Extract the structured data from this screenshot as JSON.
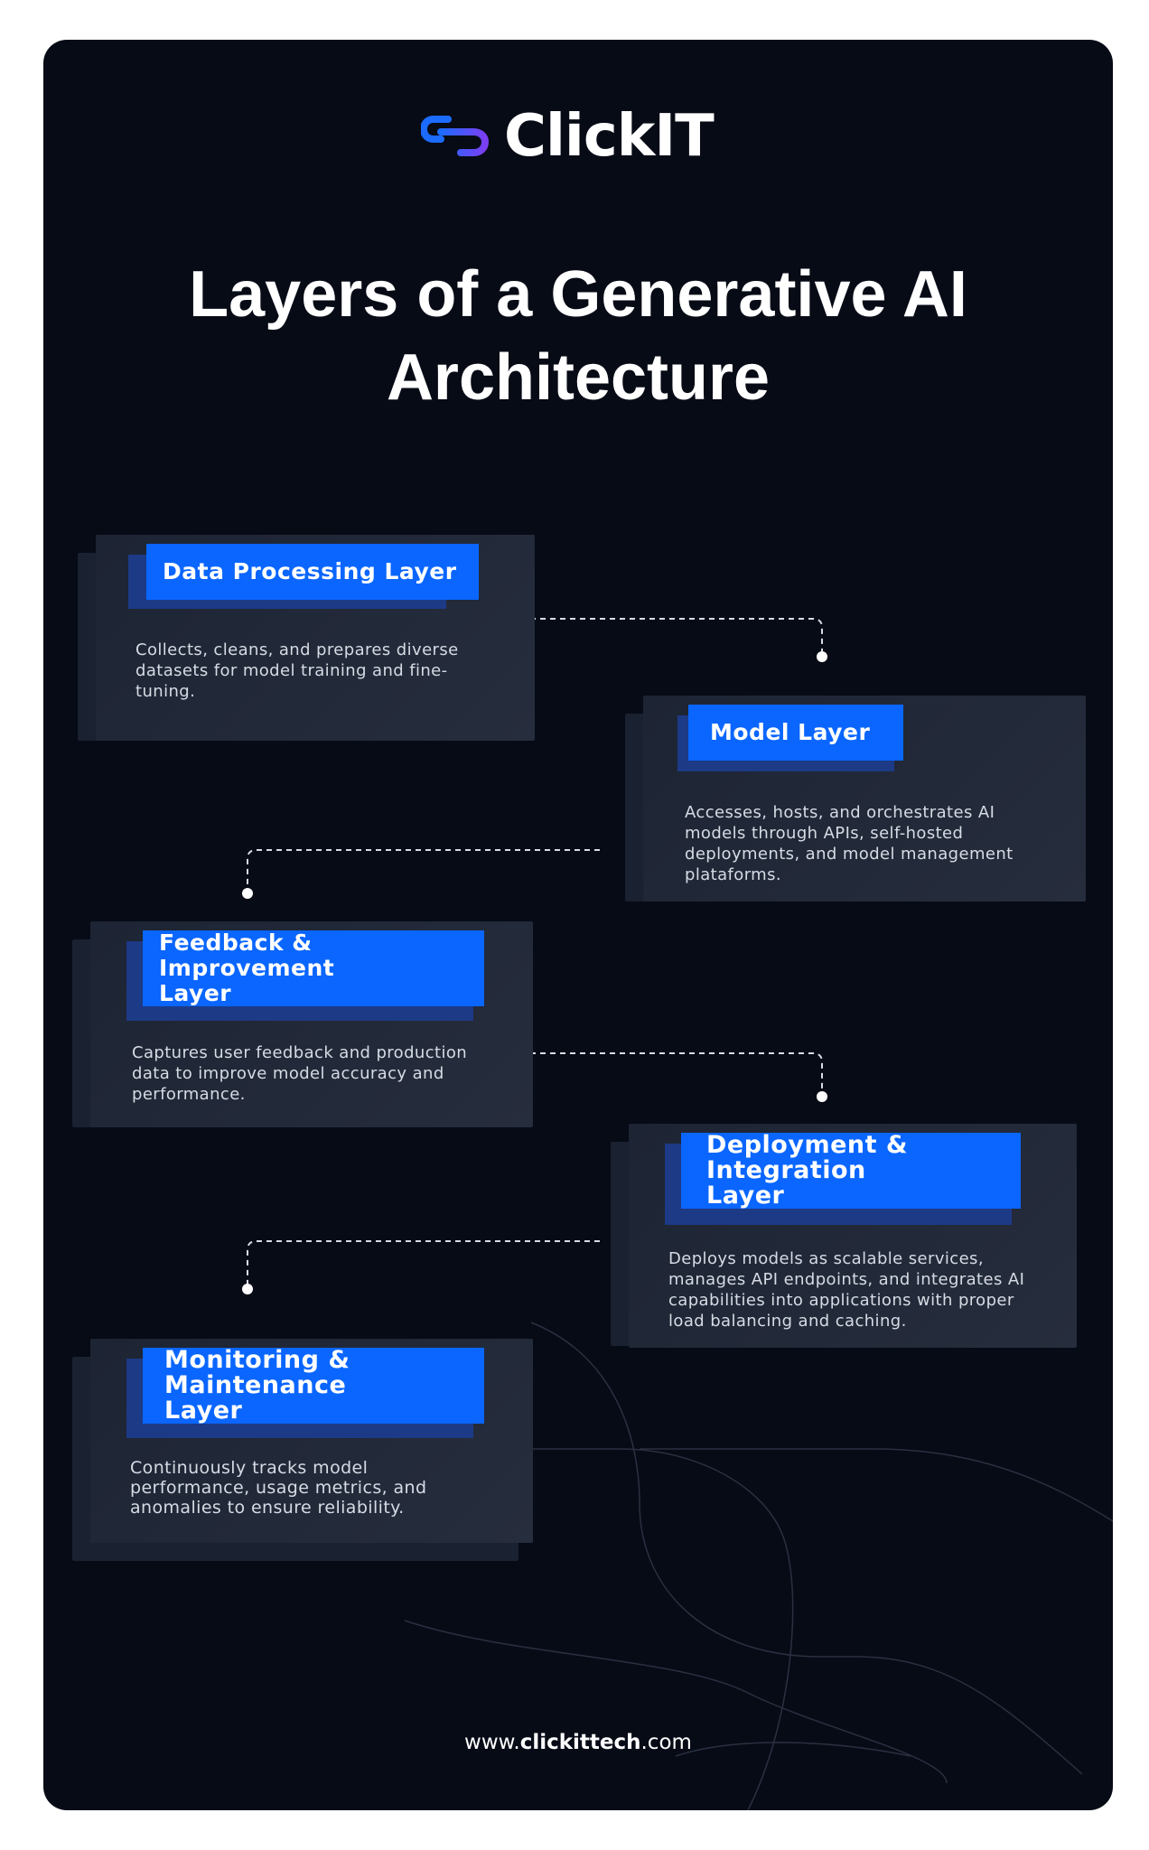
{
  "brand": {
    "logo_text": "ClickIT",
    "logo_icon": "link-chain-icon",
    "colors": {
      "accent": "#0a66ff",
      "accent_light": "#2e7bff",
      "purple": "#7b3ff2",
      "background": "#070b16"
    }
  },
  "title": "Layers of a Generative AI Architecture",
  "layers": [
    {
      "name": "Data Processing Layer",
      "description": "Collects, cleans, and prepares diverse datasets for model training and fine-tuning."
    },
    {
      "name": "Model Layer",
      "description": "Accesses, hosts, and orchestrates AI models through APIs, self-hosted deployments, and model management plataforms."
    },
    {
      "name": "Feedback & Improvement Layer",
      "description": "Captures user feedback and production data to improve model accuracy and performance."
    },
    {
      "name": "Deployment & Integration Layer",
      "description": "Deploys models as scalable services, manages API endpoints, and integrates AI capabilities into applications with proper load balancing and caching."
    },
    {
      "name": "Monitoring & Maintenance Layer",
      "description": "Continuously tracks model performance, usage metrics, and anomalies to ensure reliability."
    }
  ],
  "footer": {
    "prefix": "www.",
    "domain": "clickittech",
    "suffix": ".com"
  }
}
